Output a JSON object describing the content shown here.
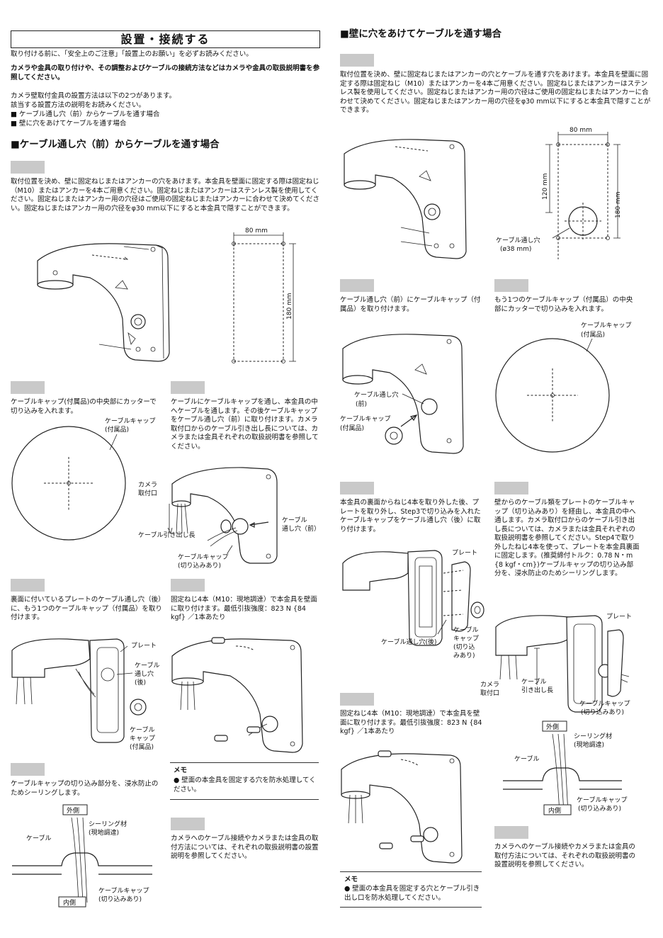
{
  "page_title": "設置・接続する",
  "intro": {
    "line1": "取り付ける前に、「安全上のご注意」「設置上のお願い」を必ずお読みください。",
    "bold": "カメラや金具の取り付けや、その調整およびケーブルの接続方法などはカメラや金具の取扱説明書を参照してください。",
    "line3": "カメラ壁取付金具の設置方法は以下の2つがあります。",
    "line4": "該当する設置方法の説明をお読みください。",
    "opt1": "■ ケーブル通し穴（前）からケーブルを通す場合",
    "opt2": "■ 壁に穴をあけてケーブルを通す場合"
  },
  "left_section": {
    "heading": "■ケーブル通し穴（前）からケーブルを通す場合",
    "step1_text": "取付位置を決め、壁に固定ねじまたはアンカーの穴をあけます。本金具を壁面に固定する際は固定ねじ（M10）またはアンカーを4本ご用意ください。固定ねじまたはアンカーはステンレス製を使用してください。固定ねじまたはアンカー用の穴径はご使用の固定ねじまたはアンカーに合わせて決めてください。固定ねじまたはアンカー用の穴径をφ30 mm以下にすると本金具で隠すことができます。",
    "dim_80": "80 mm",
    "dim_180": "180 mm",
    "step2_text": "ケーブルキャップ(付属品)の中央部にカッターで切り込みを入れます。",
    "cap_label": "ケーブルキャップ",
    "cap_sub": "(付属品)",
    "step3_text": "ケーブルにケーブルキャップを通し、本金具の中へケーブルを通します。その後ケーブルキャップをケーブル通し穴（前）に取り付けます。カメラ取付口からのケーブル引き出し長については、カメラまたは金具それぞれの取扱説明書を参照してください。",
    "camera_port1": "カメラ",
    "camera_port2": "取付口",
    "cable_length": "ケーブル引き出し長",
    "hole_front1": "ケーブル",
    "hole_front2": "通し穴（前）",
    "cap_cut1": "ケーブルキャップ",
    "cap_cut2": "(切り込みあり)",
    "step4_text": "裏面に付いているプレートのケーブル通し穴（後）に、もう1つのケーブルキャップ（付属品）を取り付けます。",
    "plate": "プレート",
    "hole_rear1": "ケーブル",
    "hole_rear2": "通し穴",
    "hole_rear3": "(後)",
    "cap_acc1": "ケーブル",
    "cap_acc2": "キャップ",
    "cap_acc3": "(付属品)",
    "step5_text": "固定ねじ4本（M10：現地調達）で本金具を壁面に取り付けます。最低引抜強度：823 N {84 kgf} ／1本あたり",
    "step6_text": "ケーブルキャップの切り込み部分を、浸水防止のためシーリングします。",
    "outside": "外側",
    "inside": "内側",
    "cable": "ケーブル",
    "sealant1": "シーリング材",
    "sealant2": "(現地調達)",
    "cap_cut_b1": "ケーブルキャップ",
    "cap_cut_b2": "(切り込みあり)",
    "memo_title": "メモ",
    "memo_text": "● 壁面の本金具を固定する穴を防水処理してください。",
    "step7_text": "カメラへのケーブル接続やカメラまたは金具の取付方法については、それぞれの取扱説明書の設置説明を参照してください。"
  },
  "right_section": {
    "heading": "■壁に穴をあけてケーブルを通す場合",
    "step1_text": "取付位置を決め、壁に固定ねじまたはアンカーの穴とケーブルを通す穴をあけます。本金具を壁面に固定する際は固定ねじ（M10）またはアンカーを4本ご用意ください。固定ねじまたはアンカーはステンレス製を使用してください。固定ねじまたはアンカー用の穴径はご使用の固定ねじまたはアンカーに合わせて決めてください。固定ねじまたはアンカー用の穴径をφ30 mm以下にすると本金具で隠すことができます。",
    "dim_80": "80 mm",
    "dim_120": "120 mm",
    "dim_180": "180 mm",
    "hole_label1": "ケーブル通し穴",
    "hole_label2": "(ø38 mm)",
    "step2_text": "ケーブル通し穴（前）にケーブルキャップ（付属品）を取り付けます。",
    "hole_front1": "ケーブル通し穴",
    "hole_front2": "(前)",
    "cap1": "ケーブルキャップ",
    "cap2": "(付属品)",
    "step3_text": "もう1つのケーブルキャップ（付属品）の中央部にカッターで切り込みを入れます。",
    "cap3": "ケーブルキャップ",
    "cap4": "(付属品)",
    "step4_text": "本金具の裏面からねじ4本を取り外した後、プレートを取り外し、Step3で切り込みを入れたケーブルキャップをケーブル通し穴（後）に取り付けます。",
    "plate": "プレート",
    "hole_rear": "ケーブル通し穴(後)",
    "cap_cut1": "ケーブル",
    "cap_cut2": "キャップ",
    "cap_cut3": "(切り込",
    "cap_cut4": "みあり)",
    "step5_text": "壁からのケーブル類をプレートのケーブルキャップ（切り込みあり）を経由し、本金具の中へ通します。カメラ取付口からのケーブル引き出し長については、カメラまたは金具それぞれの取扱説明書を参照してください。Step4で取り外したねじ4本を使って、プレートを本金具裏面に固定します。(推奨締付トルク：0.78 N・m {8 kgf・cm})ケーブルキャップの切り込み部分を、浸水防止のためシーリングします。",
    "plate2": "プレート",
    "cam1": "カメラ",
    "cam2": "取付口",
    "len1": "ケーブル",
    "len2": "引き出し長",
    "cap_cut5": "ケーブルキャップ",
    "cap_cut6": "(切り込みあり)",
    "outside": "外側",
    "inside": "内側",
    "cable": "ケーブル",
    "sealant1": "シーリング材",
    "sealant2": "(現地調達)",
    "cap_cut7": "ケーブルキャップ",
    "cap_cut8": "(切り込みあり)",
    "step6_text": "固定ねじ4本（M10：現地調達）で本金具を壁面に取り付けます。最低引抜強度：823 N {84 kgf} ／1本あたり",
    "memo_title": "メモ",
    "memo_text": "● 壁面の本金具を固定する穴とケーブル引き出し口を防水処理してください。",
    "step7_text": "カメラへのケーブル接続やカメラまたは金具の取付方法については、それぞれの取扱説明書の設置説明を参照してください。"
  }
}
